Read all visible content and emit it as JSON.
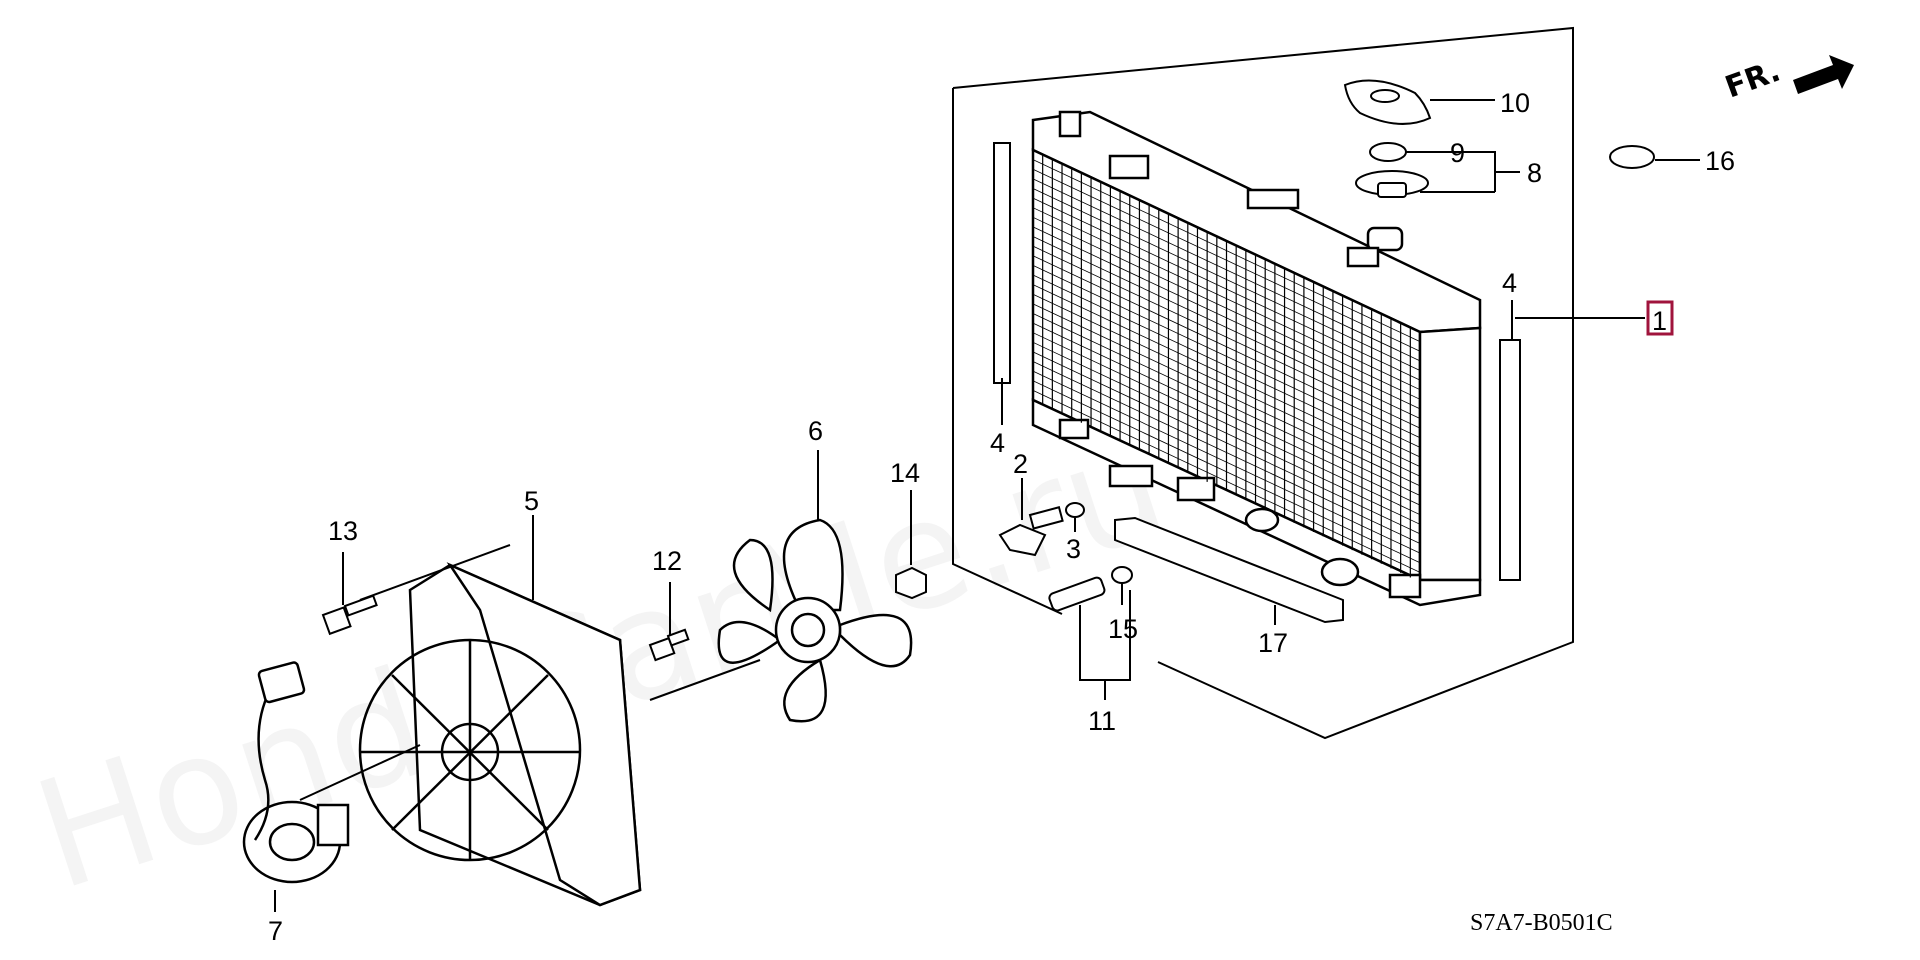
{
  "diagram": {
    "callouts": {
      "n1": "1",
      "n2": "2",
      "n3": "3",
      "n4a": "4",
      "n4b": "4",
      "n5": "5",
      "n6": "6",
      "n7": "7",
      "n8": "8",
      "n9": "9",
      "n10": "10",
      "n11": "11",
      "n12": "12",
      "n13": "13",
      "n14": "14",
      "n15": "15",
      "n16": "16",
      "n17": "17"
    },
    "direction_label": "FR.",
    "diagram_code": "S7A7-B0501C",
    "watermark": "HondaCarMe.ru",
    "colors": {
      "highlight_box": "#a0143c",
      "line": "#000000"
    }
  }
}
